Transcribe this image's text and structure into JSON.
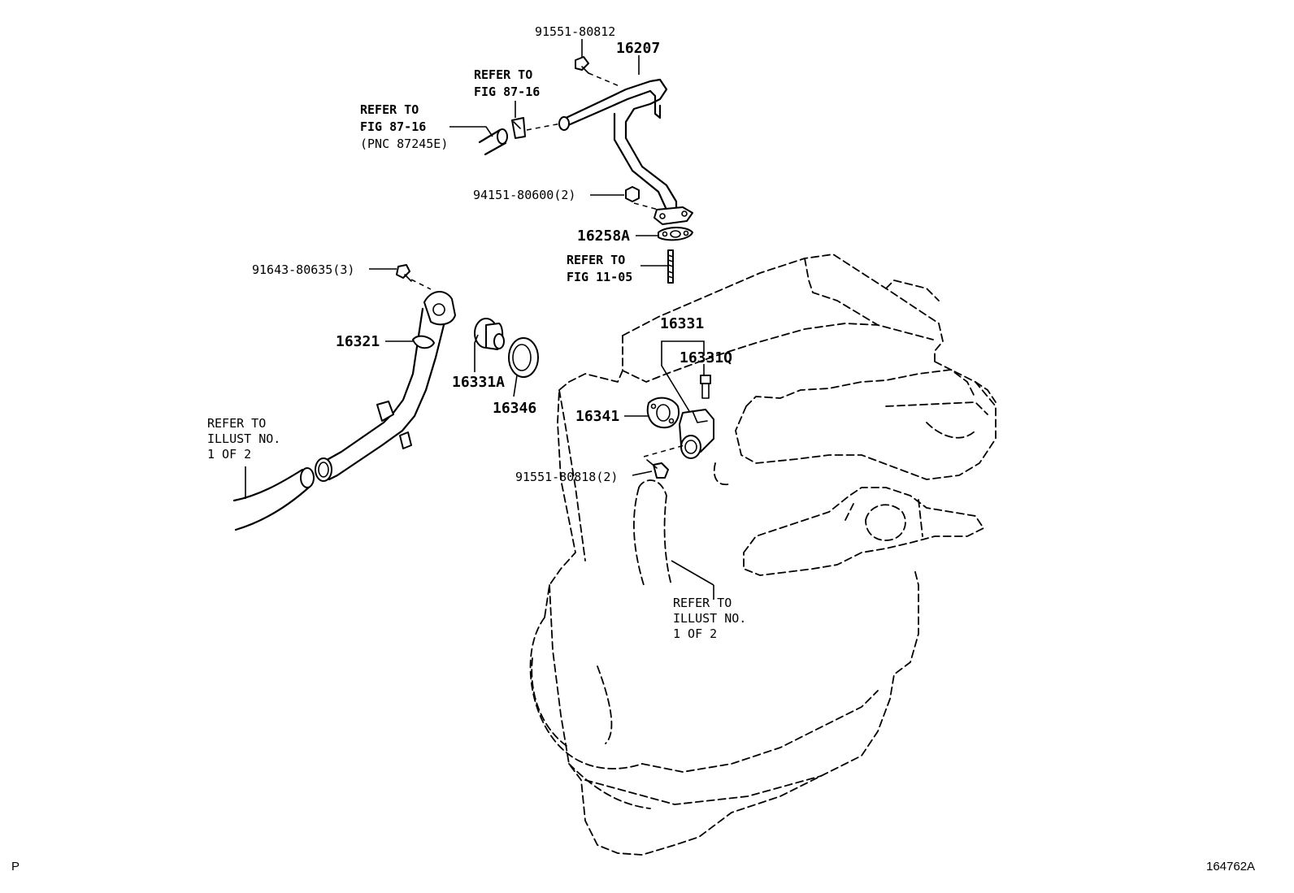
{
  "parts": {
    "p91551_80812": "91551-80812",
    "p16207": "16207",
    "p94151_80600": "94151-80600(2)",
    "p16258A": "16258A",
    "p91643_80635": "91643-80635(3)",
    "p16321": "16321",
    "p16331A": "16331A",
    "p16346": "16346",
    "p16331": "16331",
    "p16331Q": "16331Q",
    "p16341": "16341",
    "p91551_80818": "91551-80818(2)"
  },
  "refs": {
    "fig8716_a": {
      "line1": "REFER TO",
      "line2": "FIG 87-16"
    },
    "fig8716_b": {
      "line1": "REFER TO",
      "line2": "FIG 87-16",
      "line3": "(PNC 87245E)"
    },
    "fig1105": {
      "line1": "REFER TO",
      "line2": "FIG 11-05"
    },
    "illust_left": {
      "line1": "REFER TO",
      "line2": "ILLUST NO.",
      "line3": "1 OF 2"
    },
    "illust_bottom": {
      "line1": "REFER TO",
      "line2": "ILLUST NO.",
      "line3": "1 OF 2"
    }
  },
  "footer": {
    "corner_left": "P",
    "illustration_id": "164762A"
  }
}
